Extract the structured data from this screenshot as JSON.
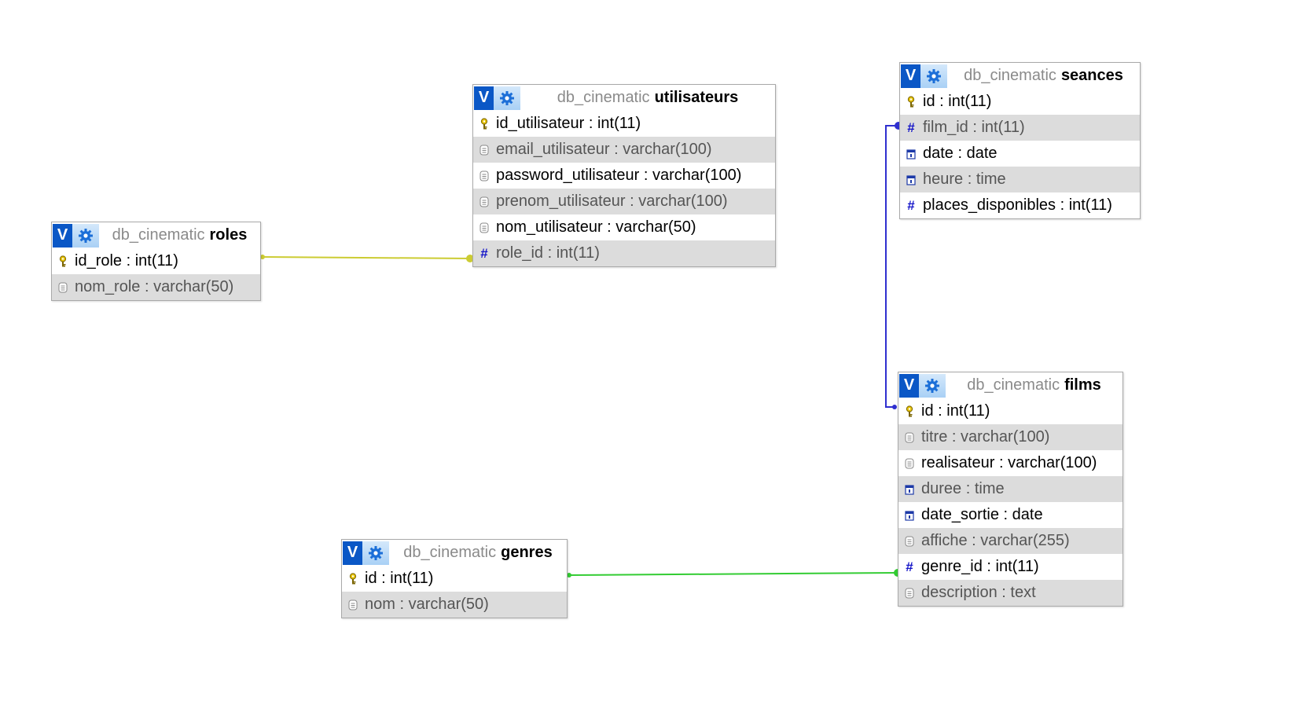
{
  "colors": {
    "relation_roles_utilisateurs": "#cccc33",
    "relation_films_seances": "#2f2fcf",
    "relation_genres_films": "#33cc33",
    "header_button": "#0a57c6",
    "alt_row": "#dcdcdc"
  },
  "icons": {
    "key": "key-icon",
    "text": "text-column-icon",
    "hash": "hash-icon",
    "date": "date-column-icon",
    "toggle": "v-toggle-icon",
    "gear": "gear-icon"
  },
  "tables": {
    "roles": {
      "db": "db_cinematic",
      "name": "roles",
      "toggle_label": "V",
      "columns": [
        {
          "name": "id_role",
          "type": "int(11)",
          "icon": "key"
        },
        {
          "name": "nom_role",
          "type": "varchar(50)",
          "icon": "text"
        }
      ]
    },
    "utilisateurs": {
      "db": "db_cinematic",
      "name": "utilisateurs",
      "toggle_label": "V",
      "columns": [
        {
          "name": "id_utilisateur",
          "type": "int(11)",
          "icon": "key"
        },
        {
          "name": "email_utilisateur",
          "type": "varchar(100)",
          "icon": "text"
        },
        {
          "name": "password_utilisateur",
          "type": "varchar(100)",
          "icon": "text"
        },
        {
          "name": "prenom_utilisateur",
          "type": "varchar(100)",
          "icon": "text"
        },
        {
          "name": "nom_utilisateur",
          "type": "varchar(50)",
          "icon": "text"
        },
        {
          "name": "role_id",
          "type": "int(11)",
          "icon": "hash"
        }
      ]
    },
    "seances": {
      "db": "db_cinematic",
      "name": "seances",
      "toggle_label": "V",
      "columns": [
        {
          "name": "id",
          "type": "int(11)",
          "icon": "key"
        },
        {
          "name": "film_id",
          "type": "int(11)",
          "icon": "hash"
        },
        {
          "name": "date",
          "type": "date",
          "icon": "date"
        },
        {
          "name": "heure",
          "type": "time",
          "icon": "date"
        },
        {
          "name": "places_disponibles",
          "type": "int(11)",
          "icon": "hash"
        }
      ]
    },
    "films": {
      "db": "db_cinematic",
      "name": "films",
      "toggle_label": "V",
      "columns": [
        {
          "name": "id",
          "type": "int(11)",
          "icon": "key"
        },
        {
          "name": "titre",
          "type": "varchar(100)",
          "icon": "text"
        },
        {
          "name": "realisateur",
          "type": "varchar(100)",
          "icon": "text"
        },
        {
          "name": "duree",
          "type": "time",
          "icon": "date"
        },
        {
          "name": "date_sortie",
          "type": "date",
          "icon": "date"
        },
        {
          "name": "affiche",
          "type": "varchar(255)",
          "icon": "text"
        },
        {
          "name": "genre_id",
          "type": "int(11)",
          "icon": "hash"
        },
        {
          "name": "description",
          "type": "text",
          "icon": "text"
        }
      ]
    },
    "genres": {
      "db": "db_cinematic",
      "name": "genres",
      "toggle_label": "V",
      "columns": [
        {
          "name": "id",
          "type": "int(11)",
          "icon": "key"
        },
        {
          "name": "nom",
          "type": "varchar(50)",
          "icon": "text"
        }
      ]
    }
  },
  "relations": [
    {
      "from": "utilisateurs.role_id",
      "to": "roles.id_role",
      "color": "#cccc33"
    },
    {
      "from": "seances.film_id",
      "to": "films.id",
      "color": "#2f2fcf"
    },
    {
      "from": "films.genre_id",
      "to": "genres.id",
      "color": "#33cc33"
    }
  ]
}
